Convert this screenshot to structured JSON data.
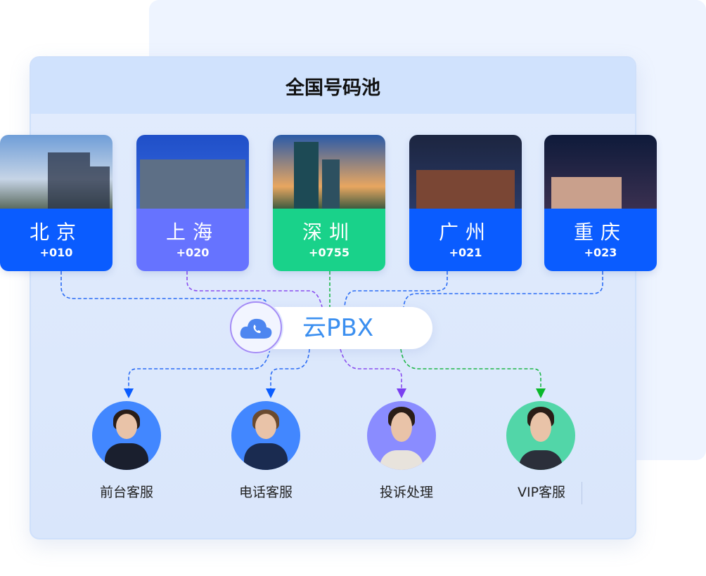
{
  "title": "全国号码池",
  "cities": [
    {
      "name": "北京",
      "code": "+010",
      "color": "#0a5cff"
    },
    {
      "name": "上海",
      "code": "+020",
      "color": "#6673ff"
    },
    {
      "name": "深圳",
      "code": "+0755",
      "color": "#19d28a"
    },
    {
      "name": "广州",
      "code": "+021",
      "color": "#0a5cff"
    },
    {
      "name": "重庆",
      "code": "+023",
      "color": "#0a5cff"
    }
  ],
  "hub": {
    "label": "云PBX",
    "icon": "cloud-phone-icon"
  },
  "agents": [
    {
      "label": "前台客服",
      "color": "#4287ff"
    },
    {
      "label": "电话客服",
      "color": "#4287ff"
    },
    {
      "label": "投诉处理",
      "color": "#8a8cff"
    },
    {
      "label": "VIP客服",
      "color": "#52d6a8"
    }
  ]
}
